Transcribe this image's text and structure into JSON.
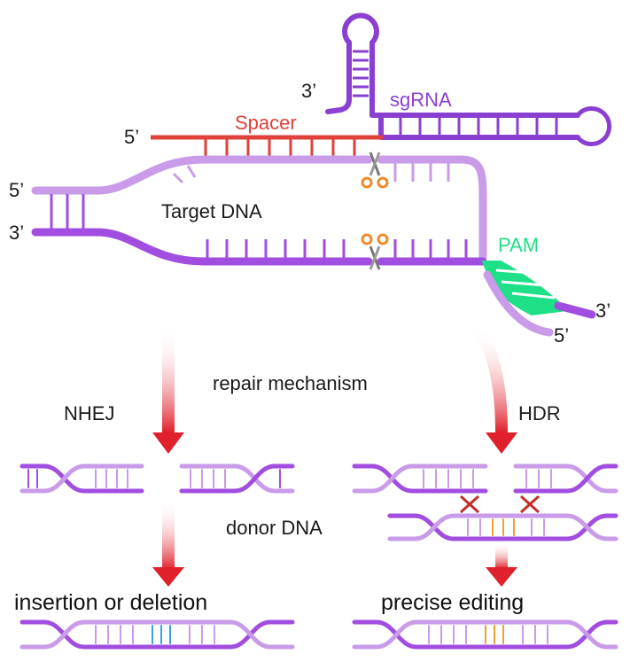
{
  "labels": {
    "spacer": "Spacer",
    "sgrna": "sgRNA",
    "target_dna": "Target DNA",
    "pam": "PAM",
    "repair_mechanism": "repair mechanism",
    "nhej": "NHEJ",
    "hdr": "HDR",
    "donor_dna": "donor DNA",
    "insertion_or_deletion": "insertion or deletion",
    "precise_editing": "precise editing"
  },
  "ends": {
    "sgrna_3": "3’",
    "spacer_5": "5’",
    "dna_left_5": "5’",
    "dna_left_3": "3’",
    "dna_right_3": "3’",
    "dna_right_5": "5’"
  },
  "colors": {
    "sgrna": "#8a3fd1",
    "dna_dark": "#a14ee0",
    "dna_light": "#c99be8",
    "spacer": "#e0403a",
    "pam": "#1ee086",
    "arrow": "#e0202a",
    "cross": "#c0302a",
    "insertion_mark": "#3aa0e0",
    "edit_mark": "#f0a030",
    "scissors_handle": "#f08a2a"
  }
}
